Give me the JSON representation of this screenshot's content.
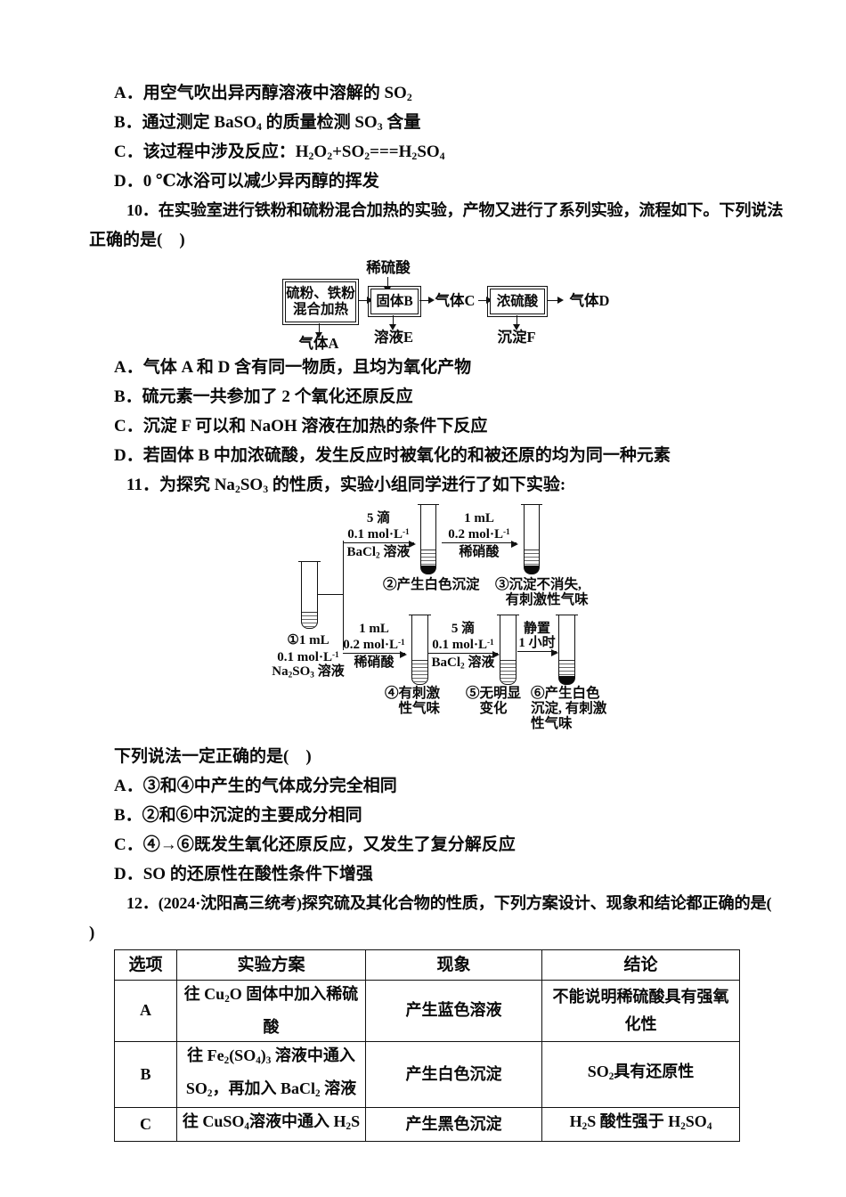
{
  "q9": {
    "options": [
      "A．用空气吹出异丙醇溶液中溶解的 SO<sub>2</sub>",
      "B．通过测定 BaSO<sub>4</sub> 的质量检测 SO<sub>3</sub> 含量",
      "C．该过程中涉及反应：H<sub>2</sub>O<sub>2</sub>+SO<sub>2</sub>===H<sub>2</sub>SO<sub>4</sub>",
      "D．0 ℃冰浴可以减少异丙醇的挥发"
    ]
  },
  "q10": {
    "stem_line1": "10．在实验室进行铁粉和硫粉混合加热的实验，产物又进行了系列实验，流程如下。下列说法",
    "stem_line2": "正确的是(&nbsp;&nbsp;&nbsp;&nbsp;)",
    "flow": {
      "reagent_top": "稀硫酸",
      "box_mixture": "硫粉、铁粉<br>混合加热",
      "gas_a": "气体A",
      "box_solid_b": "固体B",
      "solution_e": "溶液E",
      "gas_c": "气体C",
      "box_conc_acid": "浓硫酸",
      "precip_f": "沉淀F",
      "gas_d": "气体D"
    },
    "options": [
      "A．气体 A 和 D 含有同一物质，且均为氧化产物",
      "B．硫元素一共参加了 2 个氧化还原反应",
      "C．沉淀 F 可以和 NaOH 溶液在加热的条件下反应",
      "D．若固体 B 中加浓硫酸，发生反应时被氧化的和被还原的均为同一种元素"
    ]
  },
  "q11": {
    "stem": "11．为探究 Na<sub>2</sub>SO<sub>3</sub> 的性质，实验小组同学进行了如下实验:",
    "diagram": {
      "source_label": "①1 mL<br>0.1 mol·L<sup>-1</sup><br>Na<sub>2</sub>SO<sub>3</sub> 溶液",
      "arrow_top1_above": "5 滴<br>0.1 mol·L<sup>-1</sup>",
      "arrow_top1_below": "BaCl<sub>2</sub> 溶液",
      "cap2": "②产生白色沉淀",
      "arrow_top2_above": "1 mL<br>0.2 mol·L<sup>-1</sup>",
      "arrow_top2_below": "稀硝酸",
      "cap3": "③沉淀不消失,<br>&nbsp;&nbsp;&nbsp;有刺激性气味",
      "arrow_bot1_above": "1 mL<br>0.2 mol·L<sup>-1</sup>",
      "arrow_bot1_below": "稀硝酸",
      "cap4": "④有刺激<br>&nbsp;&nbsp;&nbsp;&nbsp;性气味",
      "arrow_bot2_above": "5 滴<br>0.1 mol·L<sup>-1</sup>",
      "arrow_bot2_below": "BaCl<sub>2</sub> 溶液",
      "cap5": "⑤无明显<br>&nbsp;&nbsp;&nbsp;&nbsp;变化",
      "arrow_bot3_above": "静置<br>1 小时",
      "cap6": "⑥产生白色<br>沉淀, 有刺激<br>性气味"
    },
    "prompt": "下列说法一定正确的是(&nbsp;&nbsp;&nbsp;&nbsp;)",
    "options": [
      "A．③和④中产生的气体成分完全相同",
      "B．②和⑥中沉淀的主要成分相同",
      "C．④→⑥既发生氧化还原反应，又发生了复分解反应",
      "D．SO 的还原性在酸性条件下增强"
    ]
  },
  "q12": {
    "stem_line1": "12．(2024·沈阳高三统考)探究硫及其化合物的性质，下列方案设计、现象和结论都正确的是(",
    "stem_line2": ")",
    "table": {
      "headers": [
        "选项",
        "实验方案",
        "现象",
        "结论"
      ],
      "rows": [
        [
          "A",
          "往 Cu<sub>2</sub>O 固体中加入稀硫<br>酸",
          "产生蓝色溶液",
          "不能说明稀硫酸具有强氧<br>化性"
        ],
        [
          "B",
          "往 Fe<sub>2</sub>(SO<sub>4</sub>)<sub>3</sub> 溶液中通入<br>SO<sub>2</sub>，再加入 BaCl<sub>2</sub> 溶液",
          "产生白色沉淀",
          "SO<sub>2</sub>具有还原性"
        ],
        [
          "C",
          "往 CuSO<sub>4</sub>溶液中通入 H<sub>2</sub>S",
          "产生黑色沉淀",
          "H<sub>2</sub>S 酸性强于 H<sub>2</sub>SO<sub>4</sub>"
        ]
      ]
    }
  }
}
